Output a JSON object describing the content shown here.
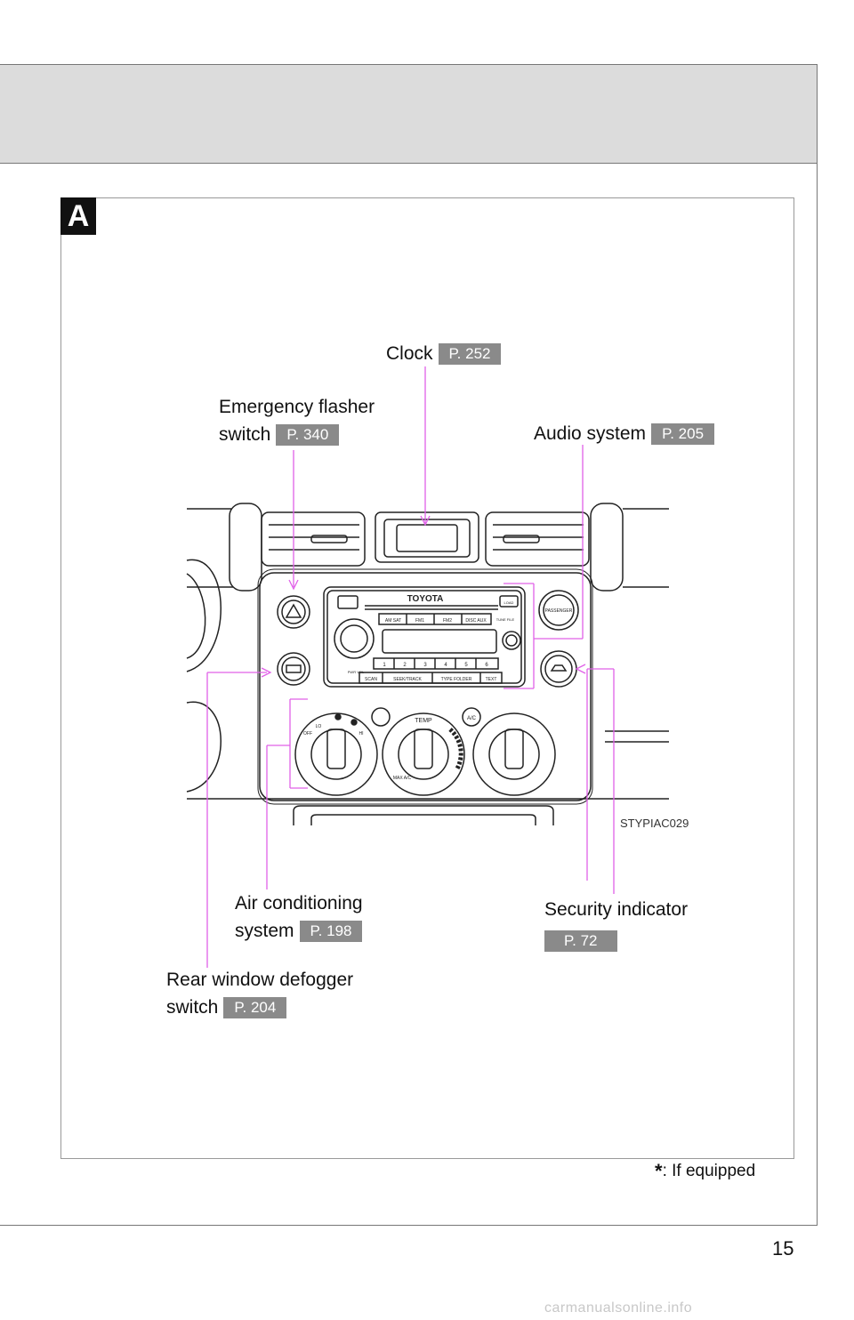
{
  "section": {
    "badge": "A"
  },
  "callouts": {
    "clock": {
      "label": "Clock",
      "page_ref": "P. 252"
    },
    "emergency_flasher": {
      "line1": "Emergency flasher",
      "line2": "switch",
      "page_ref": "P. 340"
    },
    "audio_system": {
      "label": "Audio system",
      "page_ref": "P. 205"
    },
    "air_conditioning": {
      "line1": "Air conditioning",
      "line2": "system",
      "page_ref": "P. 198"
    },
    "security_indicator": {
      "label": "Security indicator",
      "page_ref": "P. 72"
    },
    "rear_defogger": {
      "line1": "Rear window defogger",
      "line2": "switch",
      "page_ref": "P. 204"
    }
  },
  "figure": {
    "id": "STYPIAC029"
  },
  "dashboard_labels": {
    "brand": "TOYOTA",
    "audio_buttons": [
      "AM SAT",
      "FM1",
      "FM2",
      "DISC AUX"
    ],
    "presets": [
      "1",
      "2",
      "3",
      "4",
      "5",
      "6"
    ],
    "bottom_buttons": [
      "SCAN",
      "SEEK/TRACK",
      "TYPE FOLDER",
      "TEXT"
    ],
    "load": "LOAD",
    "tune": "TUNE FILE",
    "pwr_vol": "PWR VOL",
    "passenger": "PASSENGER",
    "temp": "TEMP",
    "ac": "A/C",
    "max_ac": "MAX A/C",
    "fan_lo": "LO",
    "fan_hi": "HI",
    "fan_off": "OFF"
  },
  "footnote": {
    "symbol": "*",
    "text": ": If equipped"
  },
  "page_number": "15",
  "watermark": "carmanualsonline.info",
  "colors": {
    "leader_line": "#e060e8",
    "page_ref_bg": "#8a8a8a",
    "header_band": "#dcdcdc"
  }
}
